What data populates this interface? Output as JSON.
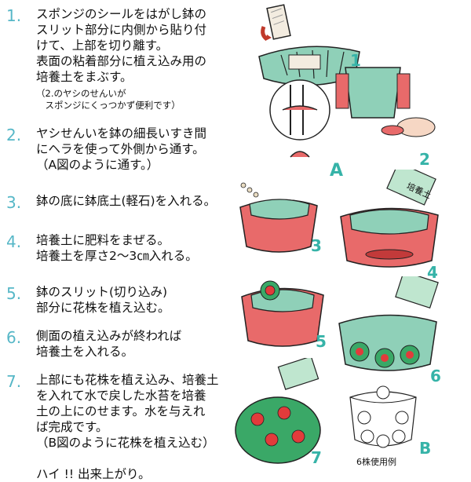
{
  "steps": [
    {
      "num": "1.",
      "text": "スポンジのシールをはがし鉢の\nスリット部分に内側から貼り付\nけて、上部を切り離す。\n表面の粘着部分に植え込み用の\n培養土をまぶす。",
      "note": "（2.のヤシのせんいが\n　スポンジにくっつかず便利です）"
    },
    {
      "num": "2.",
      "text": "ヤシせんいを鉢の細長いすき間\nにヘラを使って外側から通す。\n（A図のように通す。）"
    },
    {
      "num": "3.",
      "text": "鉢の底に鉢底土(軽石)を入れる。"
    },
    {
      "num": "4.",
      "text": "培養土に肥料をまぜる。\n培養土を厚さ2〜3㎝入れる。"
    },
    {
      "num": "5.",
      "text": "鉢のスリット(切り込み)\n部分に花株を植え込む。"
    },
    {
      "num": "6.",
      "text": "側面の植え込みが終われば\n培養土を入れる。"
    },
    {
      "num": "7.",
      "text": "上部にも花株を植え込み、培養土\nを入れて水で戻した水苔を培養\n土の上にのせます。水を与えれ\nば完成です。\n（B図のように花株を植え込む）\n\nハイ !! 出来上がり。"
    }
  ],
  "figure_labels": {
    "f1": "1",
    "f2": "2",
    "f3": "3",
    "f4": "4",
    "f5": "5",
    "f6": "6",
    "f7": "7",
    "fa": "A",
    "fb": "B"
  },
  "bag_text": "培養土",
  "usage_caption": "6株使用例",
  "colors": {
    "step_number": "#56b7c7",
    "figure_label": "#36b3a8",
    "pot_green": "#8fd0b8",
    "sponge_red": "#e86a6a",
    "flower_red": "#e23b3b",
    "leaf_green": "#3aa867"
  }
}
